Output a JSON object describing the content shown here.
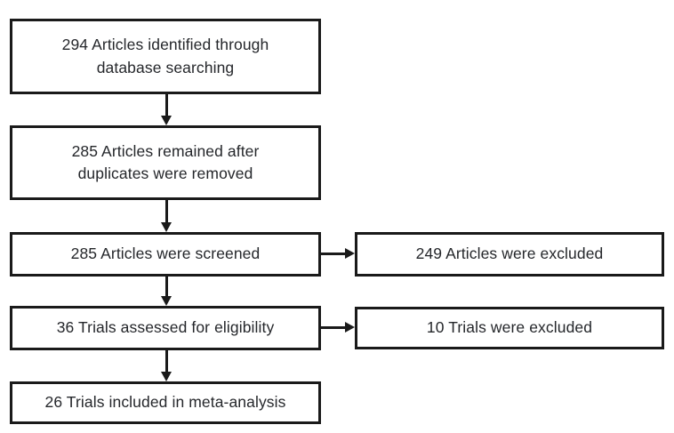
{
  "diagram": {
    "type": "prisma-flow-diagram",
    "background_color": "#ffffff",
    "border_color": "#1a1a1a",
    "text_color": "#25272b",
    "nodes": {
      "identified": {
        "label": "294 Articles identified through\ndatabase searching",
        "count": 294,
        "unit": "Articles",
        "stage": "identification"
      },
      "deduped": {
        "label": "285 Articles remained after\nduplicates were removed",
        "count": 285,
        "unit": "Articles",
        "stage": "deduplication"
      },
      "screened": {
        "label": "285 Articles were screened",
        "count": 285,
        "unit": "Articles",
        "stage": "screening"
      },
      "eligible": {
        "label": "36 Trials assessed for eligibility",
        "count": 36,
        "unit": "Trials",
        "stage": "eligibility"
      },
      "included": {
        "label": "26 Trials included in meta-analysis",
        "count": 26,
        "unit": "Trials",
        "stage": "included"
      },
      "excluded_articles": {
        "label": "249 Articles were excluded",
        "count": 249,
        "unit": "Articles",
        "stage": "excluded-screening"
      },
      "excluded_trials": {
        "label": "10 Trials were excluded",
        "count": 10,
        "unit": "Trials",
        "stage": "excluded-eligibility"
      }
    },
    "connectors": [
      {
        "name": "identified-to-deduped",
        "from": "identified",
        "to": "deduped",
        "direction": "down"
      },
      {
        "name": "deduped-to-screened",
        "from": "deduped",
        "to": "screened",
        "direction": "down"
      },
      {
        "name": "screened-to-eligible",
        "from": "screened",
        "to": "eligible",
        "direction": "down"
      },
      {
        "name": "eligible-to-included",
        "from": "eligible",
        "to": "included",
        "direction": "down"
      },
      {
        "name": "screened-to-excluded-articles",
        "from": "screened",
        "to": "excluded_articles",
        "direction": "right"
      },
      {
        "name": "eligible-to-excluded-trials",
        "from": "eligible",
        "to": "excluded_trials",
        "direction": "right"
      }
    ]
  }
}
